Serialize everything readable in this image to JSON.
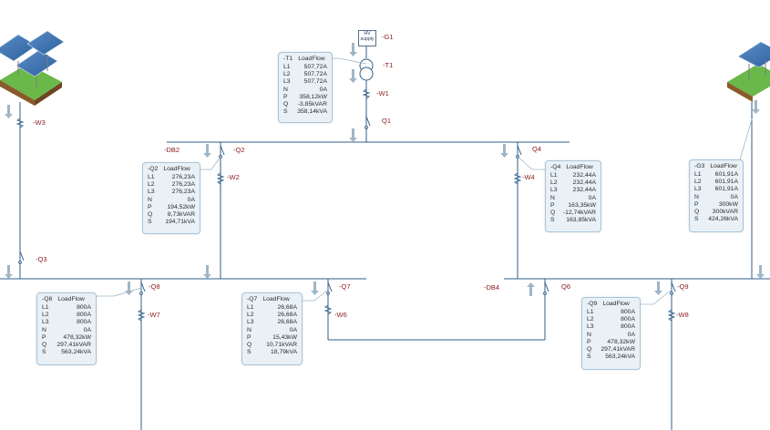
{
  "colors": {
    "wire": "#2f5f8a",
    "device_label": "#8b1a1a",
    "box_bg": "#e9f1f7",
    "box_border": "#aac4d8",
    "arrow": "#9fb6c8"
  },
  "supply": {
    "line1": "HV",
    "line2": "supply"
  },
  "labels": {
    "G1": "-G1",
    "T1": "-T1",
    "W1": "-W1",
    "Q1": "Q1",
    "DB2": "-DB2",
    "Q2": "-Q2",
    "W2": "-W2",
    "Q4": "Q4",
    "W4": "-W4",
    "W3": "-W3",
    "Q3": "-Q3",
    "Q8": "-Q8",
    "W7": "-W7",
    "Q7": "-Q7",
    "W6": "-W6",
    "DB4": "-DB4",
    "Q6": "Q6",
    "Q9": "-Q9",
    "W8": "-W8"
  },
  "boxes": [
    {
      "id": "-T1",
      "title": "LoadFlow",
      "rows": [
        [
          "L1",
          "507,72A"
        ],
        [
          "L2",
          "507,72A"
        ],
        [
          "L3",
          "507,72A"
        ],
        [
          "N",
          "0A"
        ],
        [
          "P",
          "358,12kW"
        ],
        [
          "Q",
          "-3,85kVAR"
        ],
        [
          "S",
          "358,14kVA"
        ]
      ]
    },
    {
      "id": "-Q2",
      "title": "LoadFlow",
      "rows": [
        [
          "L1",
          "276,23A"
        ],
        [
          "L2",
          "276,23A"
        ],
        [
          "L3",
          "276,23A"
        ],
        [
          "N",
          "0A"
        ],
        [
          "P",
          "194,52kW"
        ],
        [
          "Q",
          "8,73kVAR"
        ],
        [
          "S",
          "194,71kVA"
        ]
      ]
    },
    {
      "id": "-Q4",
      "title": "LoadFlow",
      "rows": [
        [
          "L1",
          "232,44A"
        ],
        [
          "L2",
          "232,44A"
        ],
        [
          "L3",
          "232,44A"
        ],
        [
          "N",
          "0A"
        ],
        [
          "P",
          "163,35kW"
        ],
        [
          "Q",
          "-12,74kVAR"
        ],
        [
          "S",
          "163,85kVA"
        ]
      ]
    },
    {
      "id": "-G3",
      "title": "LoadFlow",
      "rows": [
        [
          "L1",
          "601,91A"
        ],
        [
          "L2",
          "601,91A"
        ],
        [
          "L3",
          "601,91A"
        ],
        [
          "N",
          "0A"
        ],
        [
          "P",
          "300kW"
        ],
        [
          "Q",
          "300kVAR"
        ],
        [
          "S",
          "424,26kVA"
        ]
      ]
    },
    {
      "id": "-Q8",
      "title": "LoadFlow",
      "rows": [
        [
          "L1",
          "800A"
        ],
        [
          "L2",
          "800A"
        ],
        [
          "L3",
          "800A"
        ],
        [
          "N",
          "0A"
        ],
        [
          "P",
          "478,32kW"
        ],
        [
          "Q",
          "297,41kVAR"
        ],
        [
          "S",
          "563,24kVA"
        ]
      ]
    },
    {
      "id": "-Q7",
      "title": "LoadFlow",
      "rows": [
        [
          "L1",
          "26,68A"
        ],
        [
          "L2",
          "26,68A"
        ],
        [
          "L3",
          "26,68A"
        ],
        [
          "N",
          "0A"
        ],
        [
          "P",
          "15,43kW"
        ],
        [
          "Q",
          "10,71kVAR"
        ],
        [
          "S",
          "18,79kVA"
        ]
      ]
    },
    {
      "id": "-Q9",
      "title": "LoadFlow",
      "rows": [
        [
          "L1",
          "800A"
        ],
        [
          "L2",
          "800A"
        ],
        [
          "L3",
          "800A"
        ],
        [
          "N",
          "0A"
        ],
        [
          "P",
          "478,32kW"
        ],
        [
          "Q",
          "297,41kVAR"
        ],
        [
          "S",
          "563,24kVA"
        ]
      ]
    }
  ]
}
